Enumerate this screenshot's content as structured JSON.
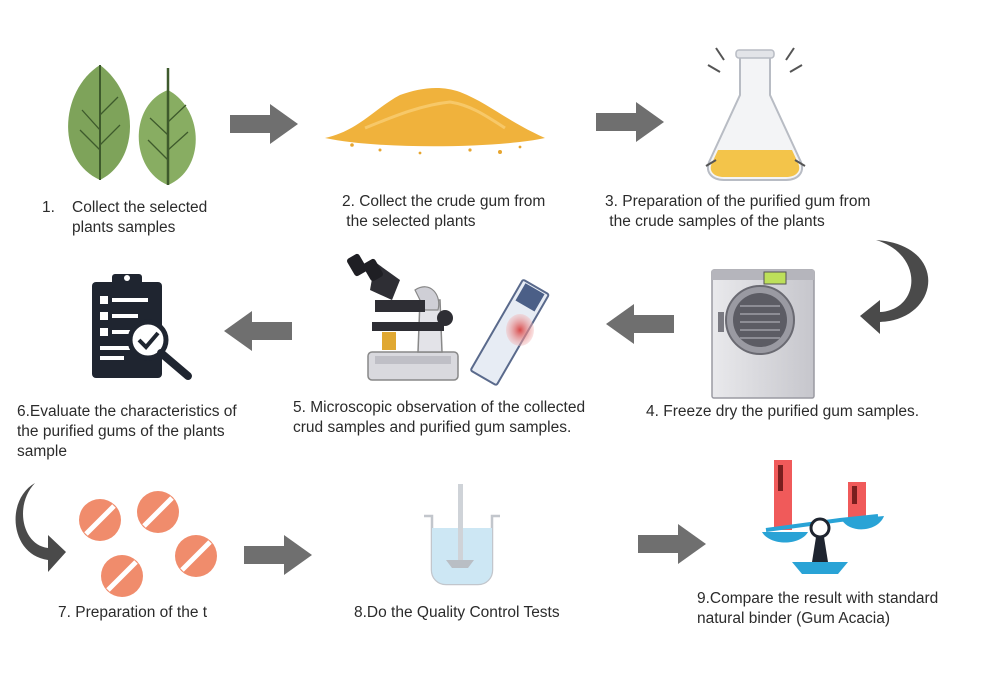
{
  "steps": [
    {
      "number": "1.",
      "line1": "Collect the selected",
      "line2": "plants samples",
      "icon": "leaves-icon"
    },
    {
      "line1": "2. Collect the crude gum from",
      "line2": " the selected plants",
      "icon": "gum-powder-icon"
    },
    {
      "line1": "3. Preparation of the purified gum from",
      "line2": " the crude samples of the plants",
      "icon": "flask-icon"
    },
    {
      "line1": "4. Freeze dry the purified gum samples.",
      "icon": "freeze-dryer-icon"
    },
    {
      "line1": "5. Microscopic observation of the collected",
      "line2": "crud samples and purified gum samples.",
      "icon": "microscope-icon"
    },
    {
      "line1": "6.Evaluate the characteristics of",
      "line2": "the purified gums of the plants",
      "line3": "sample",
      "icon": "clipboard-magnifier-icon"
    },
    {
      "line1": "7. Preparation of the t",
      "icon": "tablets-icon"
    },
    {
      "line1": "8.Do the Quality Control Tests",
      "icon": "beaker-stirrer-icon"
    },
    {
      "line1": "9.Compare the result with standard",
      "line2": "natural binder (Gum Acacia)",
      "icon": "balance-scale-icon"
    }
  ],
  "colors": {
    "arrow": "#6f6f6f",
    "leaf": "#7ea35a",
    "gum": "#f0b23c",
    "tablet": "#f08c6c",
    "scale_bars": "#f05a5a",
    "scale_base": "#29a3d6",
    "text": "#2b2b2b"
  }
}
